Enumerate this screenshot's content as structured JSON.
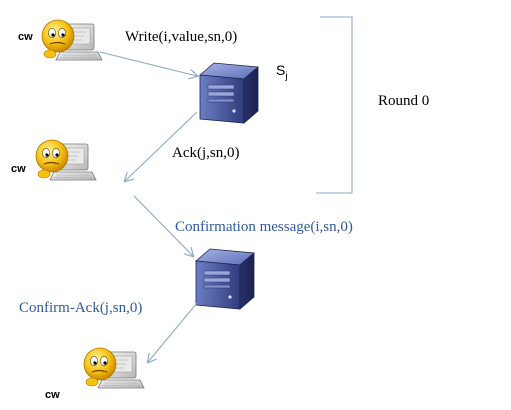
{
  "clients": [
    {
      "label": "cw"
    },
    {
      "label": "cw"
    },
    {
      "label": "cw"
    }
  ],
  "server": {
    "label_base": "S",
    "label_sub": "j"
  },
  "messages": {
    "write": "Write(i,value,sn,0)",
    "ack": "Ack(j,sn,0)",
    "confirmation": "Confirmation  message(i,sn,0)",
    "confirm_ack": "Confirm-Ack(j,sn,0)"
  },
  "round": {
    "label": "Round 0"
  },
  "colors": {
    "black_text": "#000000",
    "blue_text": "#2e5a9c",
    "arrow": "#8ea9c9",
    "bracket": "#8ea9c9",
    "server_body": "#3f4f95",
    "smiley": "#f6c20f"
  }
}
